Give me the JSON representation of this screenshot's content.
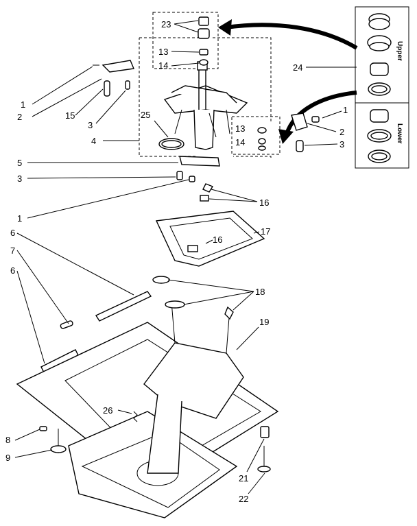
{
  "callouts": [
    "1",
    "2",
    "15",
    "3",
    "4",
    "25",
    "5",
    "3",
    "1",
    "23",
    "13",
    "14",
    "13",
    "14",
    "24",
    "1",
    "2",
    "3",
    "16",
    "17",
    "16",
    "6",
    "7",
    "6",
    "18",
    "19",
    "26",
    "8",
    "9",
    "21",
    "22"
  ],
  "box_labels": {
    "upper": "Upper",
    "lower": "Lower"
  }
}
